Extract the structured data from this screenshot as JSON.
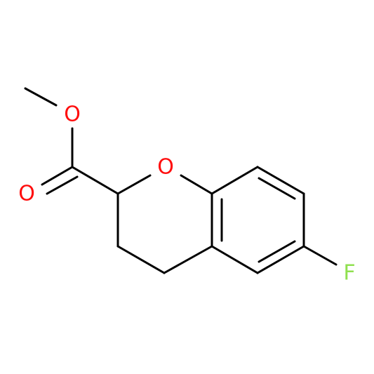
{
  "molecule": {
    "atoms": {
      "o_ester_single": {
        "symbol": "O",
        "color": "#ff0d0d"
      },
      "o_carbonyl": {
        "symbol": "O",
        "color": "#ff0d0d"
      },
      "o_ring": {
        "symbol": "O",
        "color": "#ff0d0d"
      },
      "f": {
        "symbol": "F",
        "color": "#90e050"
      }
    },
    "bond_color": "#000000"
  }
}
